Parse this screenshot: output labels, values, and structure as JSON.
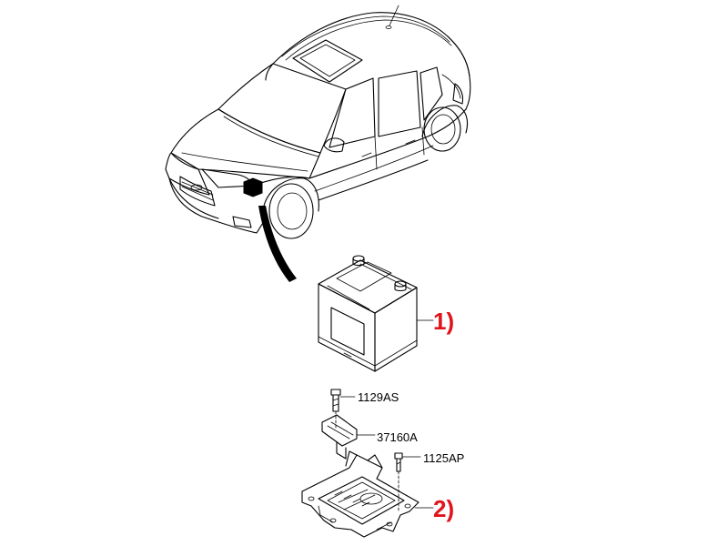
{
  "parts": {
    "bolt_top": "1129AS",
    "bracket": "37160A",
    "bolt_side": "1125AP"
  },
  "callouts": {
    "battery": "1)",
    "tray": "2)"
  },
  "colors": {
    "callout": "#e0141b",
    "line": "#000000",
    "background": "#ffffff"
  }
}
